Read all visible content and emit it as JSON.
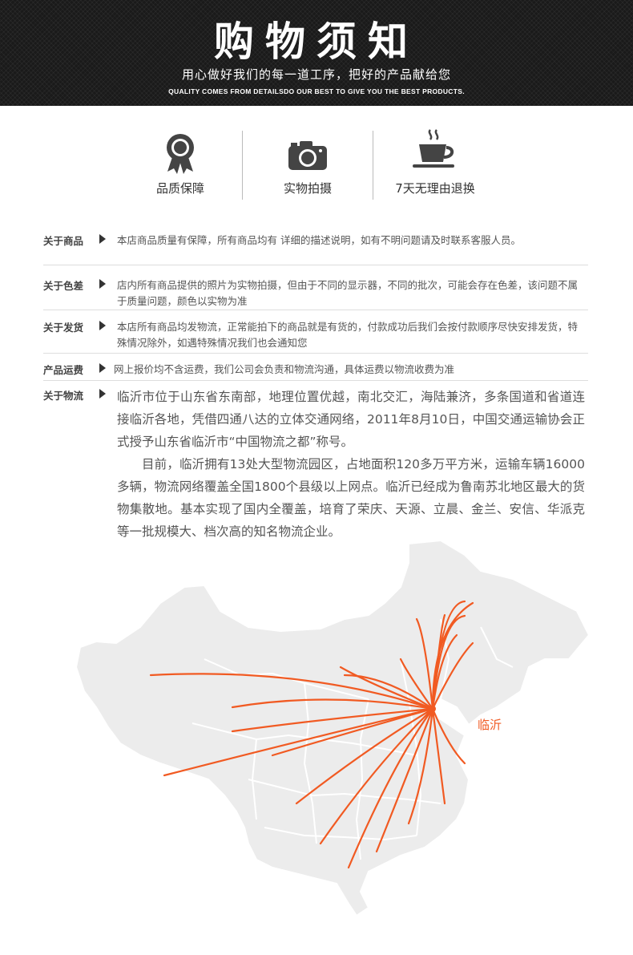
{
  "banner": {
    "title": "购物须知",
    "subtitle": "用心做好我们的每一道工序，把好的产品献给您",
    "english": "QUALITY COMES FROM DETAILSDO OUR BEST TO GIVE YOU THE BEST PRODUCTS."
  },
  "features": [
    {
      "label": "品质保障",
      "icon": "award-ribbon-icon"
    },
    {
      "label": "实物拍摄",
      "icon": "camera-icon"
    },
    {
      "label": "7天无理由退换",
      "icon": "coffee-cup-icon"
    }
  ],
  "notices": [
    {
      "tag": "关于商品",
      "text": "本店商品质量有保障，所有商品均有  详细的描述说明，如有不明问题请及时联系客服人员。"
    },
    {
      "tag": "关于色差",
      "text": "店内所有商品提供的照片为实物拍摄，但由于不同的显示器，不同的批次，可能会存在色差，该问题不属于质量问题，颜色以实物为准"
    },
    {
      "tag": "关于发货",
      "text": "本店所有商品均发物流，正常能拍下的商品就是有货的，付款成功后我们会按付款顺序尽快安排发货，特殊情况除外，如遇特殊情况我们也会通知您"
    },
    {
      "tag": "产品运费",
      "text": "网上报价均不含运费，我们公司会负责和物流沟通，具体运费以物流收费为准"
    },
    {
      "tag": "关于物流",
      "text": ""
    }
  ],
  "logistics": {
    "p1": "临沂市位于山东省东南部，地理位置优越，南北交汇，海陆兼济，多条国道和省道连接临沂各地，凭借四通八达的立体交通网络，2011年8月10日，中国交通运输协会正式授予山东省临沂市“中国物流之都”称号。",
    "p2": "目前，临沂拥有13处大型物流园区，占地面积120多万平方米，运输车辆16000多辆，物流网络覆盖全国1800个县级以上网点。临沂已经成为鲁南苏北地区最大的货物集散地。基本实现了国内全覆盖，培育了荣庆、天源、立晨、金兰、安信、华派克等一批规模大、档次高的知名物流企业。"
  },
  "map": {
    "hub_label": "临沂",
    "route_color": "#f15a22",
    "land_color": "#ececec",
    "border_color": "#ffffff"
  }
}
